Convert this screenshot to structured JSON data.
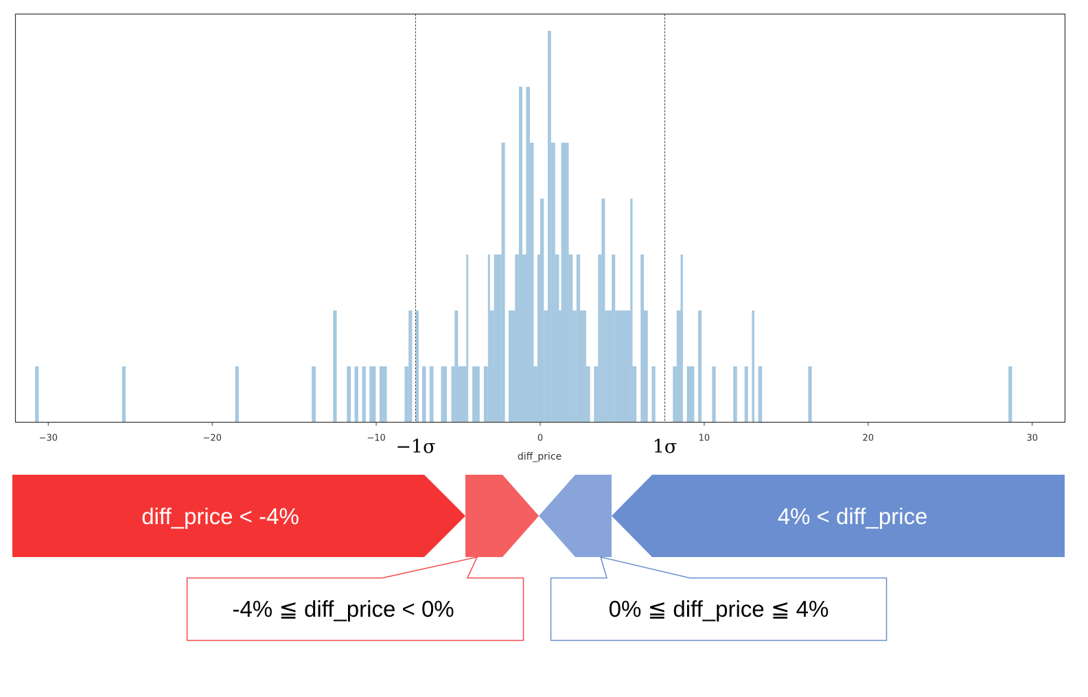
{
  "chart_data": {
    "type": "bar",
    "subtype": "histogram",
    "title": "",
    "xlabel": "diff_price",
    "ylabel": "",
    "xlim": [
      -32,
      32
    ],
    "ylim": [
      0,
      7.3
    ],
    "xticks": [
      -30,
      -20,
      -10,
      0,
      10,
      20,
      30
    ],
    "xtick_labels": [
      "−30",
      "−20",
      "−10",
      "0",
      "10",
      "20",
      "30"
    ],
    "grid": false,
    "bar_color": "#a6c8e0",
    "bins": [
      {
        "x0": -30.8,
        "x1": -30.58,
        "count": 1
      },
      {
        "x0": -25.5,
        "x1": -25.28,
        "count": 1
      },
      {
        "x0": -18.6,
        "x1": -18.38,
        "count": 1
      },
      {
        "x0": -13.93,
        "x1": -13.69,
        "count": 1
      },
      {
        "x0": -12.63,
        "x1": -12.41,
        "count": 2
      },
      {
        "x0": -11.79,
        "x1": -11.55,
        "count": 1
      },
      {
        "x0": -11.32,
        "x1": -11.1,
        "count": 1
      },
      {
        "x0": -10.86,
        "x1": -10.64,
        "count": 1
      },
      {
        "x0": -10.41,
        "x1": -10.03,
        "count": 1
      },
      {
        "x0": -9.8,
        "x1": -9.35,
        "count": 1
      },
      {
        "x0": -8.27,
        "x1": -8.03,
        "count": 1
      },
      {
        "x0": -8.03,
        "x1": -7.81,
        "count": 2
      },
      {
        "x0": -7.58,
        "x1": -7.41,
        "count": 2
      },
      {
        "x0": -7.2,
        "x1": -6.97,
        "count": 1
      },
      {
        "x0": -6.75,
        "x1": -6.51,
        "count": 1
      },
      {
        "x0": -6.05,
        "x1": -5.69,
        "count": 1
      },
      {
        "x0": -5.42,
        "x1": -5.22,
        "count": 1
      },
      {
        "x0": -5.22,
        "x1": -5.01,
        "count": 2
      },
      {
        "x0": -5.01,
        "x1": -4.51,
        "count": 1
      },
      {
        "x0": -4.51,
        "x1": -4.39,
        "count": 3
      },
      {
        "x0": -4.14,
        "x1": -3.69,
        "count": 1
      },
      {
        "x0": -3.44,
        "x1": -3.19,
        "count": 1
      },
      {
        "x0": -3.19,
        "x1": -3.06,
        "count": 3
      },
      {
        "x0": -3.06,
        "x1": -2.82,
        "count": 2
      },
      {
        "x0": -2.82,
        "x1": -2.36,
        "count": 3
      },
      {
        "x0": -2.36,
        "x1": -2.15,
        "count": 5
      },
      {
        "x0": -1.93,
        "x1": -1.54,
        "count": 2
      },
      {
        "x0": -1.54,
        "x1": -1.3,
        "count": 3
      },
      {
        "x0": -1.3,
        "x1": -1.09,
        "count": 6
      },
      {
        "x0": -1.09,
        "x1": -0.86,
        "count": 3
      },
      {
        "x0": -0.86,
        "x1": -0.63,
        "count": 6
      },
      {
        "x0": -0.63,
        "x1": -0.4,
        "count": 5
      },
      {
        "x0": -0.4,
        "x1": -0.17,
        "count": 1
      },
      {
        "x0": -0.17,
        "x1": 0.0,
        "count": 3
      },
      {
        "x0": 0.0,
        "x1": 0.22,
        "count": 4
      },
      {
        "x0": 0.22,
        "x1": 0.46,
        "count": 2
      },
      {
        "x0": 0.46,
        "x1": 0.66,
        "count": 7
      },
      {
        "x0": 0.66,
        "x1": 0.91,
        "count": 5
      },
      {
        "x0": 0.91,
        "x1": 1.15,
        "count": 3
      },
      {
        "x0": 1.15,
        "x1": 1.28,
        "count": 2
      },
      {
        "x0": 1.28,
        "x1": 1.74,
        "count": 5
      },
      {
        "x0": 1.74,
        "x1": 1.98,
        "count": 3
      },
      {
        "x0": 1.98,
        "x1": 2.21,
        "count": 2
      },
      {
        "x0": 2.21,
        "x1": 2.43,
        "count": 3
      },
      {
        "x0": 2.43,
        "x1": 2.8,
        "count": 2
      },
      {
        "x0": 2.8,
        "x1": 3.04,
        "count": 1
      },
      {
        "x0": 3.28,
        "x1": 3.53,
        "count": 1
      },
      {
        "x0": 3.53,
        "x1": 3.74,
        "count": 3
      },
      {
        "x0": 3.74,
        "x1": 3.95,
        "count": 4
      },
      {
        "x0": 3.95,
        "x1": 4.36,
        "count": 2
      },
      {
        "x0": 4.36,
        "x1": 4.57,
        "count": 3
      },
      {
        "x0": 4.57,
        "x1": 5.49,
        "count": 2
      },
      {
        "x0": 5.49,
        "x1": 5.63,
        "count": 4
      },
      {
        "x0": 5.63,
        "x1": 5.87,
        "count": 1
      },
      {
        "x0": 6.12,
        "x1": 6.32,
        "count": 3
      },
      {
        "x0": 6.32,
        "x1": 6.56,
        "count": 2
      },
      {
        "x0": 6.8,
        "x1": 7.02,
        "count": 1
      },
      {
        "x0": 8.09,
        "x1": 8.32,
        "count": 1
      },
      {
        "x0": 8.32,
        "x1": 8.56,
        "count": 2
      },
      {
        "x0": 8.56,
        "x1": 8.7,
        "count": 3
      },
      {
        "x0": 8.94,
        "x1": 9.39,
        "count": 1
      },
      {
        "x0": 9.63,
        "x1": 9.84,
        "count": 2
      },
      {
        "x0": 10.48,
        "x1": 10.7,
        "count": 1
      },
      {
        "x0": 11.77,
        "x1": 12.0,
        "count": 1
      },
      {
        "x0": 12.46,
        "x1": 12.67,
        "count": 1
      },
      {
        "x0": 12.91,
        "x1": 13.06,
        "count": 2
      },
      {
        "x0": 13.29,
        "x1": 13.53,
        "count": 1
      },
      {
        "x0": 16.34,
        "x1": 16.56,
        "count": 1
      },
      {
        "x0": 28.55,
        "x1": 28.77,
        "count": 1
      }
    ],
    "reference_lines": [
      {
        "x": -7.6,
        "label": "−1σ",
        "style": "dashed"
      },
      {
        "x": 7.6,
        "label": "1σ",
        "style": "dashed"
      }
    ]
  },
  "diagram": {
    "bands": [
      {
        "label": "diff_price < -4%",
        "color": "#f43434"
      },
      {
        "label": "",
        "color": "#f65f5f"
      },
      {
        "label": "",
        "color": "#88a4da"
      },
      {
        "label": "4% < diff_price",
        "color": "#6a8ecf"
      }
    ],
    "callouts": [
      {
        "label": "-4% ≦ diff_price < 0%",
        "color": "#f44a4a"
      },
      {
        "label": "0% ≦ diff_price ≦ 4%",
        "color": "#6a8ecf"
      }
    ]
  }
}
